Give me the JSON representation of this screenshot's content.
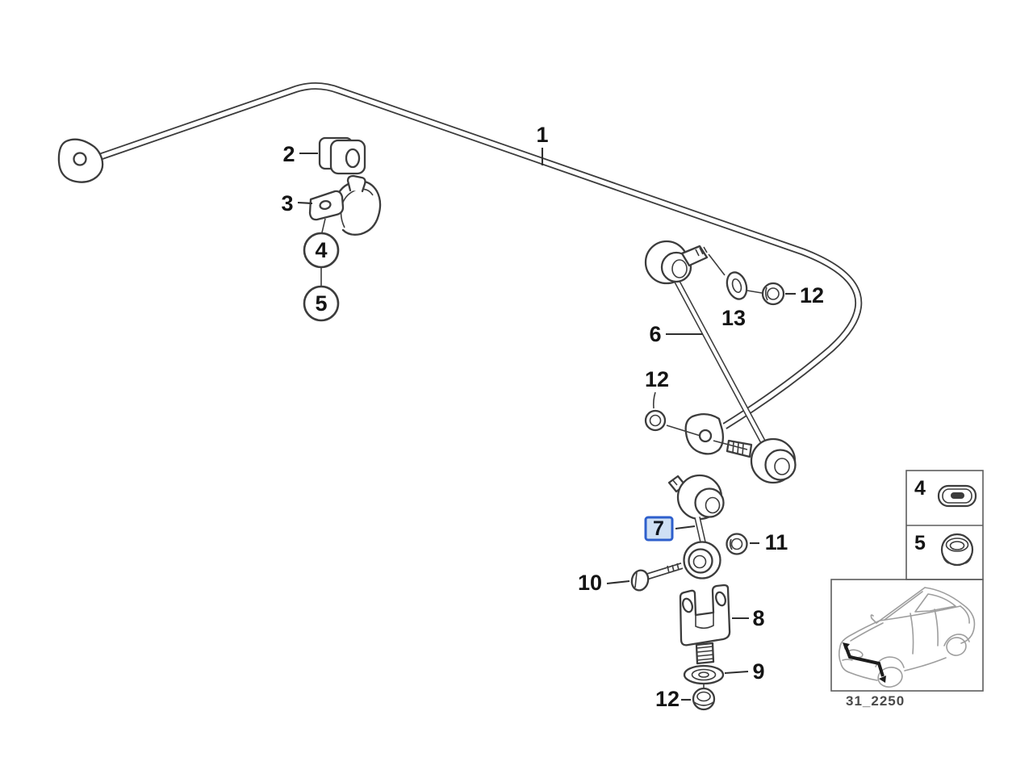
{
  "figure": {
    "type": "exploded-parts-diagram",
    "code": "31_2250",
    "highlighted_part": "7",
    "colors": {
      "line": "#3c3c3c",
      "label": "#141414",
      "highlight_border": "#2e5fcc",
      "highlight_fill": "#cfe0f4"
    },
    "callouts": {
      "c1": "1",
      "c2": "2",
      "c3": "3",
      "c4": "4",
      "c5": "5",
      "c6": "6",
      "c7": "7",
      "c8": "8",
      "c9": "9",
      "c10": "10",
      "c11": "11",
      "c12a": "12",
      "c12b": "12",
      "c12c": "12",
      "c13": "13"
    },
    "inset": {
      "row1": "4",
      "row2": "5"
    }
  }
}
